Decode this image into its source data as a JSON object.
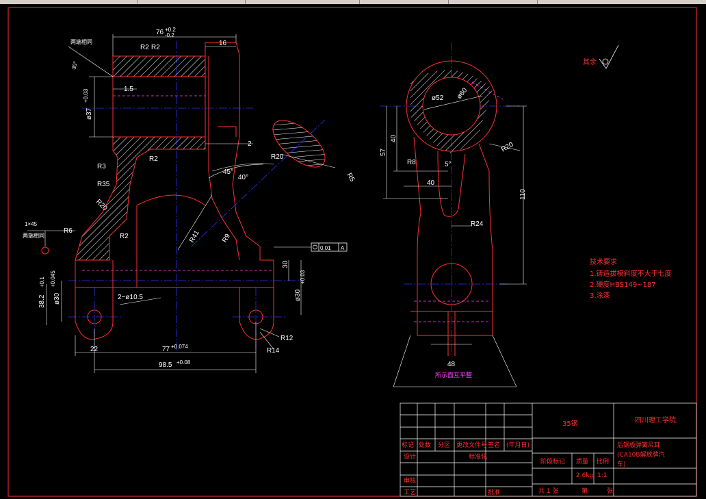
{
  "front_view": {
    "top_width": "76",
    "top_width_tol_upper": "+0.2",
    "top_width_tol_lower": "-0.2",
    "boss_width": "16",
    "both_ends_same_top": "两端相同",
    "angle_30": "30°",
    "fillets_r2_a": "R2",
    "fillets_r2_b": "R2",
    "offset_1_5": "1.5",
    "bore_37": "ø37",
    "bore_37_tol": "+0.03",
    "r3": "R3",
    "r2_mid": "R2",
    "r35": "R35",
    "r20": "R20",
    "chamfer_1x45": "1×45",
    "both_ends_same_bottom": "两端相同",
    "r6": "R6",
    "r2_low": "R2",
    "r41": "R41",
    "r9": "R9",
    "angle_45": "45°",
    "angle_40": "40°",
    "gap_2": "2",
    "section_r20": "R20",
    "section_r5": "R5",
    "height_30": "30",
    "gdt_value": "0.01",
    "gdt_datum": "A",
    "dim_38_2": "38.2",
    "dim_38_2_tol": "+0.1",
    "bore_30_left": "ø30",
    "bore_30_left_tol": "+0.045",
    "holes": "2−ø10.5",
    "bore_30_right": "ø30",
    "bore_30_right_tol": "+0.03",
    "r12": "R12",
    "r14": "R14",
    "dim_22": "22",
    "dim_77": "77",
    "dim_77_tol": "+0.074",
    "dim_98_5": "98.5",
    "dim_98_5_tol": "+0.08"
  },
  "side_view": {
    "d52": "ø52",
    "d60": "ø60",
    "dim_57": "57",
    "dim_40_v": "40",
    "r8": "R8",
    "angle_5": "5°",
    "dim_40_h": "40",
    "r20": "R20",
    "dim_110": "110",
    "r24": "R24",
    "dim_48": "48",
    "base_label": "所示面互平整"
  },
  "surface_note": "其余",
  "tech_req": {
    "title": "技术要求",
    "items": [
      "1.铸造拔模斜度不大于七度",
      "2.硬度HBS149~187",
      "3.涂漆"
    ]
  },
  "title_block": {
    "material": "35钢",
    "school": "四川理工学院",
    "part_name_1": "后钢板弹簧吊耳",
    "part_name_2": "(CA10B解放牌汽",
    "part_name_3": "车)",
    "header_labels": [
      "标记",
      "处数",
      "分区",
      "更改文件号",
      "签名",
      "(年月日)"
    ],
    "design": "设计",
    "standardize": "标准化",
    "review": "审核",
    "process": "工艺",
    "approve": "批准",
    "stage_mark": "阶段标记",
    "mass_label": "质量",
    "scale_label": "比例",
    "mass": "2.6kg",
    "scale": "1:1",
    "sheets_total": "共 1 张",
    "sheet_label": "第",
    "sheet_unit": "张"
  },
  "colors": {
    "outline": "#ff3030",
    "centerline": "#3030ff",
    "dimension": "#ffffff",
    "hidden": "#ff44ff",
    "frame": "#ff3030"
  }
}
